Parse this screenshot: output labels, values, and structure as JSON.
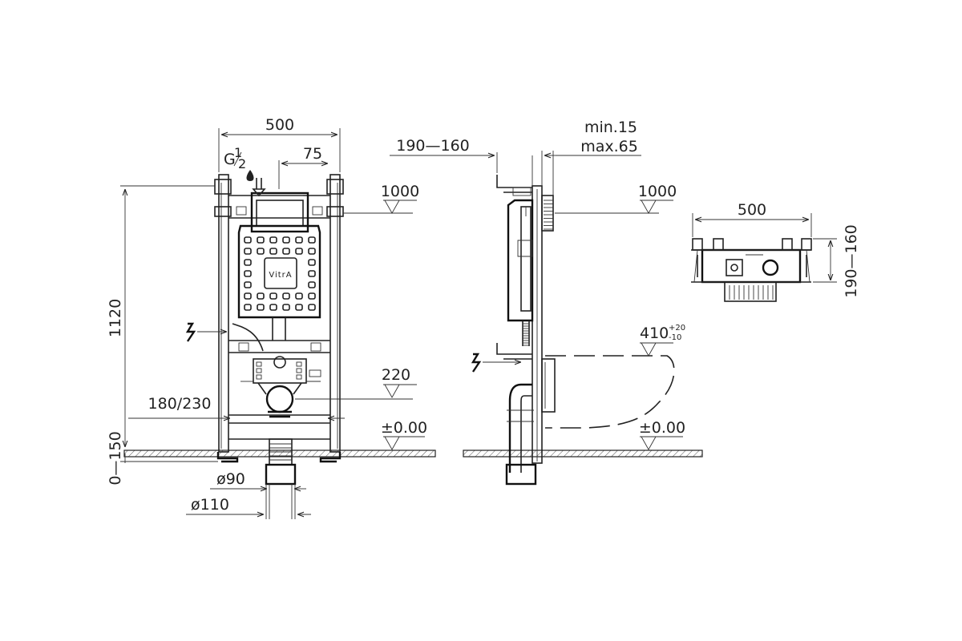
{
  "front_view": {
    "width": "500",
    "inlet_thread_base": "G",
    "inlet_thread_num": "1",
    "inlet_thread_den": "2",
    "inlet_offset": "75",
    "height_total": "1120",
    "flush_plate_level": "1000",
    "drain_level": "220",
    "bolt_spacing": "180/230",
    "floor_level": "±0.00",
    "foot_adjust": "0—150",
    "pipe_small": "ø90",
    "pipe_large": "ø110",
    "logo_text": "VitrA"
  },
  "side_view": {
    "wall_depth": "190—160",
    "wall_clearance_min": "min.15",
    "wall_clearance_max": "max.65",
    "flush_plate_level": "1000",
    "bowl_height": "410",
    "bowl_tol_plus": "+20",
    "bowl_tol_minus": "-10",
    "floor_level": "±0.00"
  },
  "top_view": {
    "width": "500",
    "depth": "190—160"
  }
}
